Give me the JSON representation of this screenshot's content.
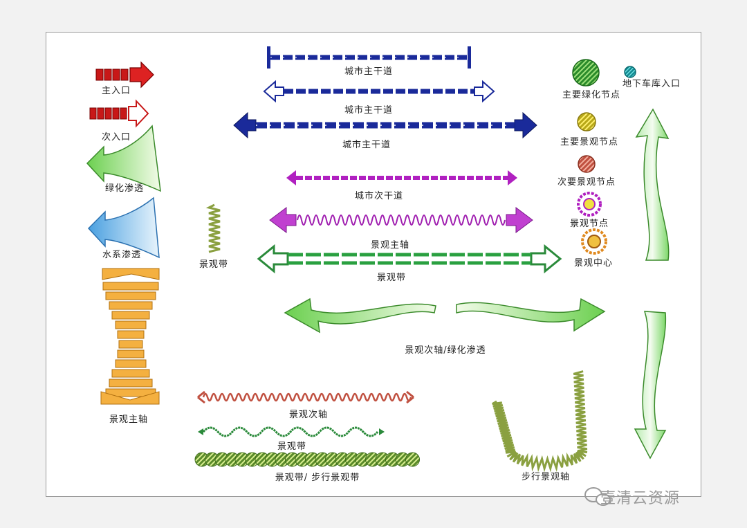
{
  "labels": {
    "main_entrance": "主入口",
    "secondary_entrance": "次入口",
    "green_penetration": "绿化渗透",
    "water_penetration": "水系渗透",
    "landscape_main_axis_left": "景观主轴",
    "landscape_belt_small": "景观带",
    "city_main_road_1": "城市主干道",
    "city_main_road_2": "城市主干道",
    "city_main_road_3": "城市主干道",
    "city_secondary_road": "城市次干道",
    "landscape_main_axis": "景观主轴",
    "landscape_belt": "景观带",
    "secondary_axis_green": "景观次轴/绿化渗透",
    "landscape_secondary_axis": "景观次轴",
    "landscape_belt_2": "景观带",
    "landscape_belt_walk": "景观带/ 步行景观带",
    "walk_landscape_axis": "步行景观轴",
    "major_green_node": "主要绿化节点",
    "garage_entrance": "地下车库入口",
    "major_landscape_node": "主要景观节点",
    "minor_landscape_node": "次要景观节点",
    "landscape_node": "景观节点",
    "landscape_center": "景观中心"
  },
  "watermark": {
    "text": "壹清云资源",
    "icon": "wechat-icon"
  },
  "colors": {
    "red": "#c81818",
    "navy": "#1a2a9a",
    "purple": "#b020c0",
    "green": "#2aa040",
    "light_green": "#7cd860",
    "blue": "#3a90d8",
    "orange": "#f0a830",
    "salmon": "#c05040",
    "olive": "#8aa040",
    "teal": "#18a0a8"
  }
}
